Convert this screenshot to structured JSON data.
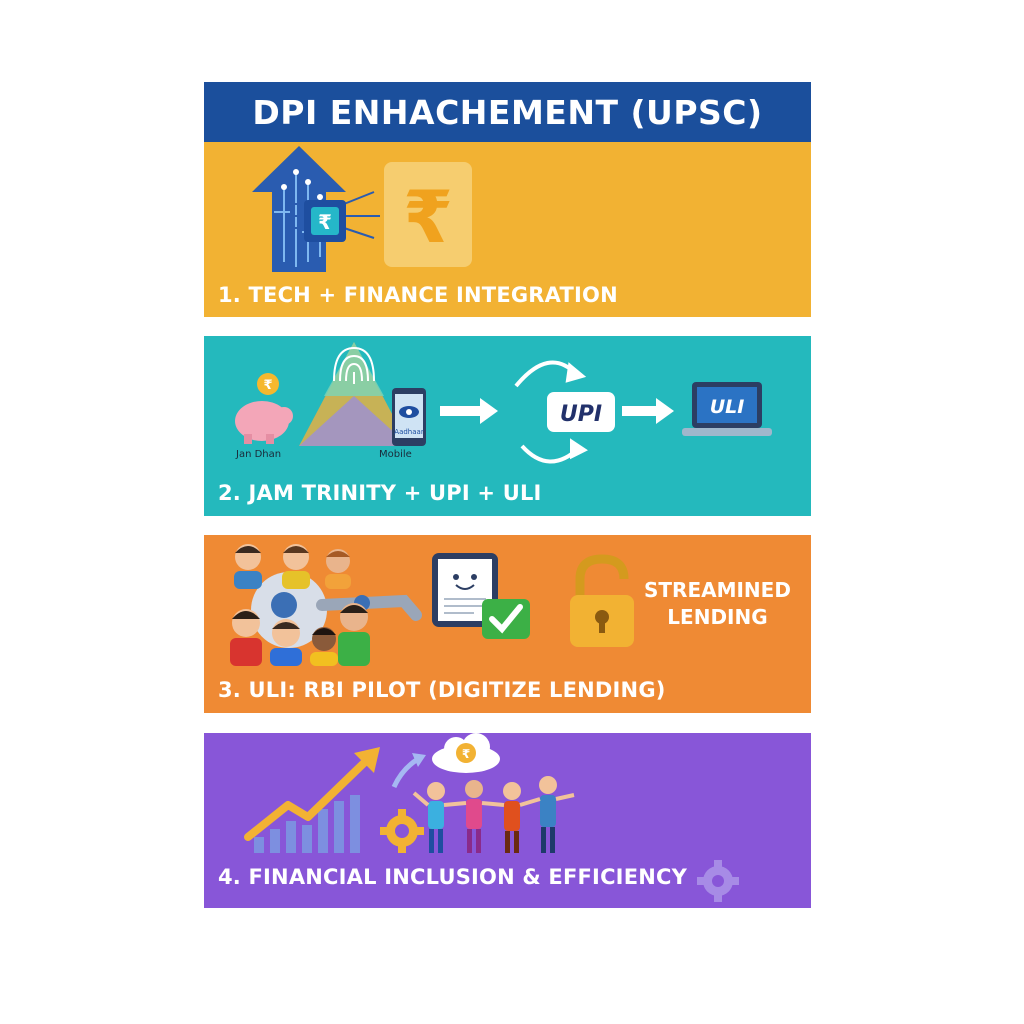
{
  "title": "DPI ENHACHEMENT (UPSC)",
  "panels": [
    {
      "caption": "1. TECH + FINANCE INTEGRATION",
      "color": "#f2b233",
      "icons": [
        "up-arrow-circuit-icon",
        "rupee-chip-icon",
        "rupee-icon"
      ]
    },
    {
      "caption": "2. JAM TRINITY + UPI + ULI",
      "color": "#24b9bd",
      "labels": {
        "jan_dhan": "Jan Dhan",
        "aadhaar": "Aadhaar",
        "mobile": "Mobile",
        "upi": "UPI",
        "uli": "ULI"
      },
      "icons": [
        "piggy-bank-icon",
        "fingerprint-icon",
        "phone-eye-icon",
        "arrow-right-icon",
        "cycle-arrows-icon",
        "laptop-icon"
      ]
    },
    {
      "caption": "3. ULI: RBI PILOT (DIGITIZE LENDING)",
      "color": "#ef8a34",
      "side_text": [
        "STREAMINED",
        "LENDING"
      ],
      "icons": [
        "people-group-icon",
        "robot-arm-icon",
        "tablet-document-icon",
        "check-icon",
        "padlock-open-icon"
      ]
    },
    {
      "caption": "4. FINANCIAL INCLUSION & EFFICIENCY",
      "color": "#8856d8",
      "icons": [
        "growth-chart-icon",
        "gear-icon",
        "cloud-rupee-icon",
        "people-holding-hands-icon"
      ]
    }
  ],
  "colors": {
    "title_bar": "#1b4f9c",
    "background": "#ffffff"
  }
}
